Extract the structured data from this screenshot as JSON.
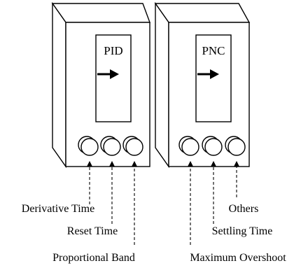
{
  "controllers": [
    {
      "display_label": "PID",
      "parameters": [
        "Derivative Time",
        "Reset Time",
        "Proportional Band"
      ]
    },
    {
      "display_label": "PNC",
      "parameters": [
        "Others",
        "Settling Time",
        "Maximum Overshoot"
      ]
    }
  ]
}
